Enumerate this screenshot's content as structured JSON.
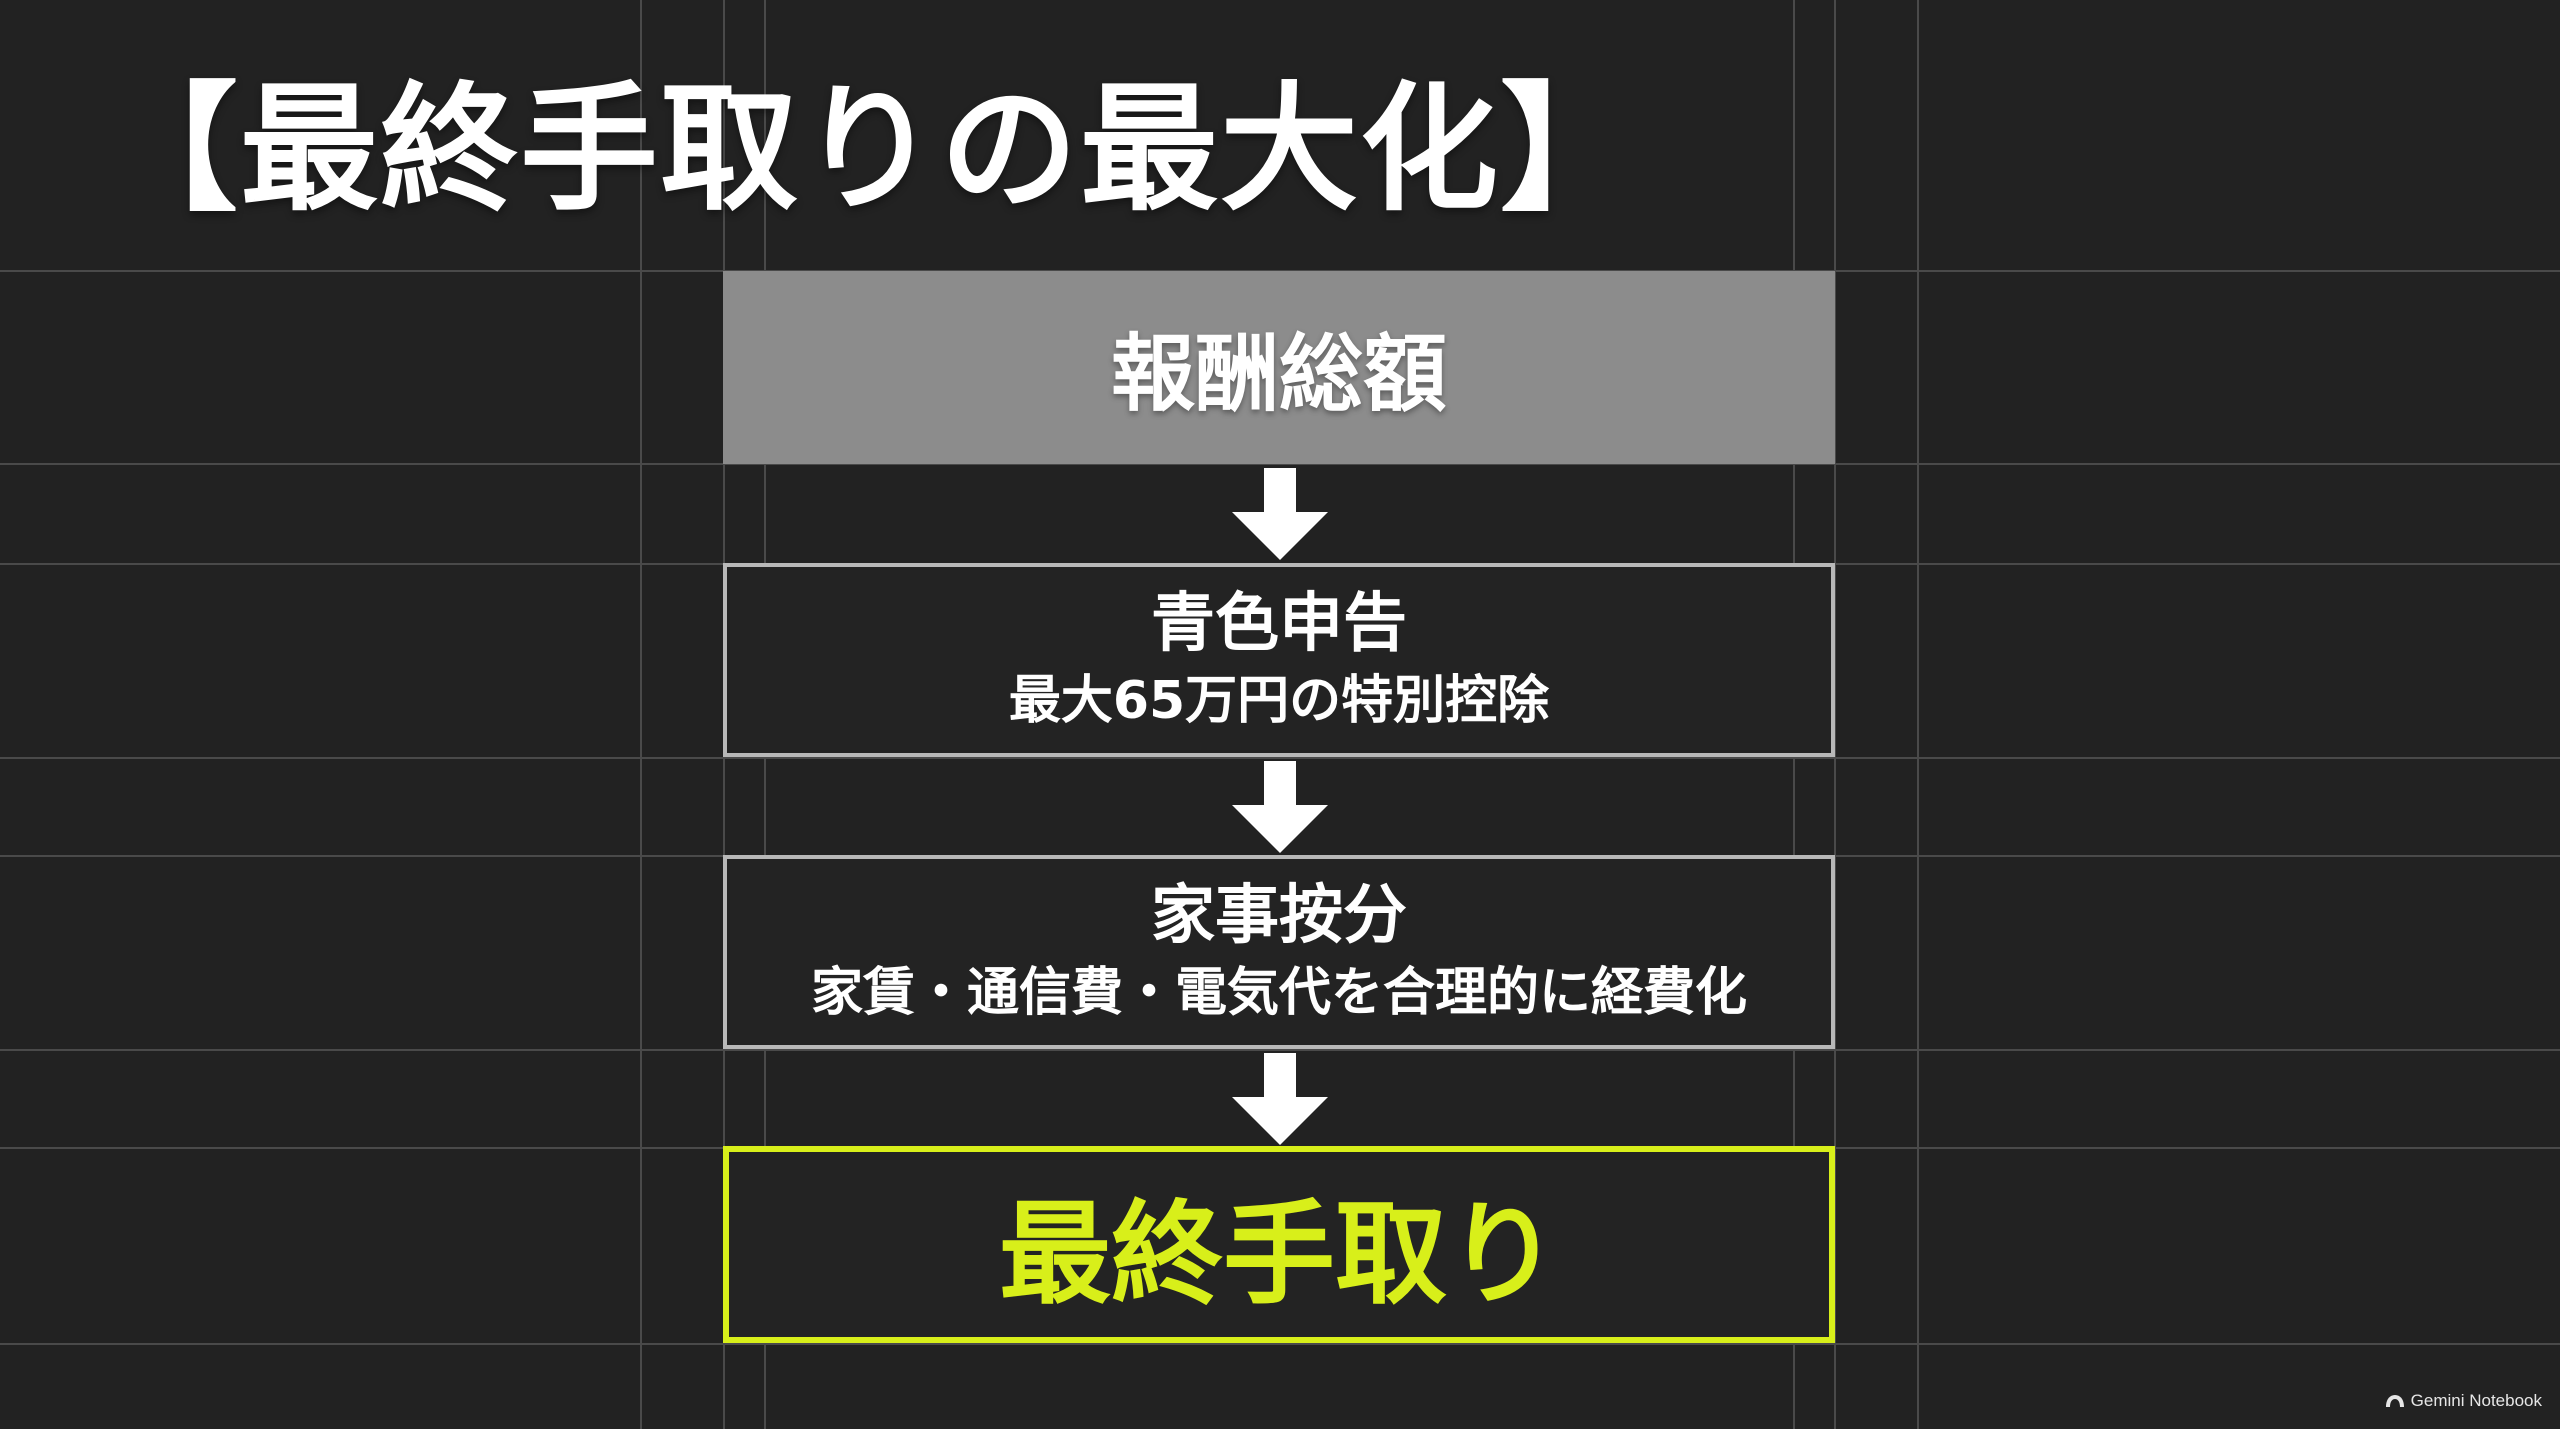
{
  "title": "【最終手取りの最大化】",
  "flow": {
    "total": {
      "label": "報酬総額"
    },
    "blue_return": {
      "label": "青色申告",
      "detail": "最大65万円の特別控除"
    },
    "household_allocation": {
      "label": "家事按分",
      "detail": "家賃・通信費・電気代を合理的に経費化"
    },
    "final": {
      "label": "最終手取り"
    }
  },
  "watermark": {
    "label": "Gemini Notebook"
  },
  "colors": {
    "background": "#222222",
    "grid": "#4a4a4a",
    "total_box": "#8c8c8c",
    "outline": "#b8b8b8",
    "accent": "#d8ef1a",
    "text": "#ffffff"
  },
  "icons": {
    "flow_arrow": "arrow-down-icon",
    "watermark": "notebook-logo-icon"
  }
}
